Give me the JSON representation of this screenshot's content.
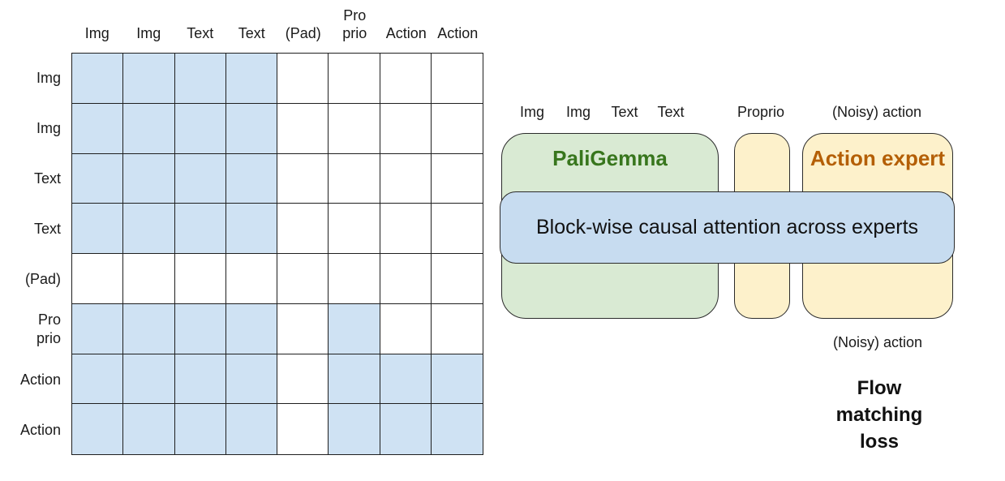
{
  "colors": {
    "cell_fill": "#cfe2f3",
    "banner_fill": "#c7dcf0",
    "paligemma_fill": "#d9ead3",
    "paligemma_text": "#38761d",
    "expert_fill": "#fdf1cb",
    "expert_text": "#b45f06",
    "border": "#1f1f1f"
  },
  "matrix": {
    "col_headers": [
      "Img",
      "Img",
      "Text",
      "Text",
      "(Pad)",
      "Pro\nprio",
      "Action",
      "Action"
    ],
    "row_labels": [
      "Img",
      "Img",
      "Text",
      "Text",
      "(Pad)",
      "Pro\nprio",
      "Action",
      "Action"
    ],
    "mask": [
      [
        1,
        1,
        1,
        1,
        0,
        0,
        0,
        0
      ],
      [
        1,
        1,
        1,
        1,
        0,
        0,
        0,
        0
      ],
      [
        1,
        1,
        1,
        1,
        0,
        0,
        0,
        0
      ],
      [
        1,
        1,
        1,
        1,
        0,
        0,
        0,
        0
      ],
      [
        0,
        0,
        0,
        0,
        0,
        0,
        0,
        0
      ],
      [
        1,
        1,
        1,
        1,
        0,
        1,
        0,
        0
      ],
      [
        1,
        1,
        1,
        1,
        0,
        1,
        1,
        1
      ],
      [
        1,
        1,
        1,
        1,
        0,
        1,
        1,
        1
      ]
    ]
  },
  "diagram": {
    "top_labels": [
      "Img",
      "Img",
      "Text",
      "Text",
      "Proprio",
      "(Noisy) action"
    ],
    "paligemma_label": "PaliGemma",
    "action_expert_label": "Action expert",
    "banner_label": "Block-wise causal attention across experts",
    "bottom_label": "(Noisy) action",
    "loss_label": "Flow matching\nloss"
  }
}
